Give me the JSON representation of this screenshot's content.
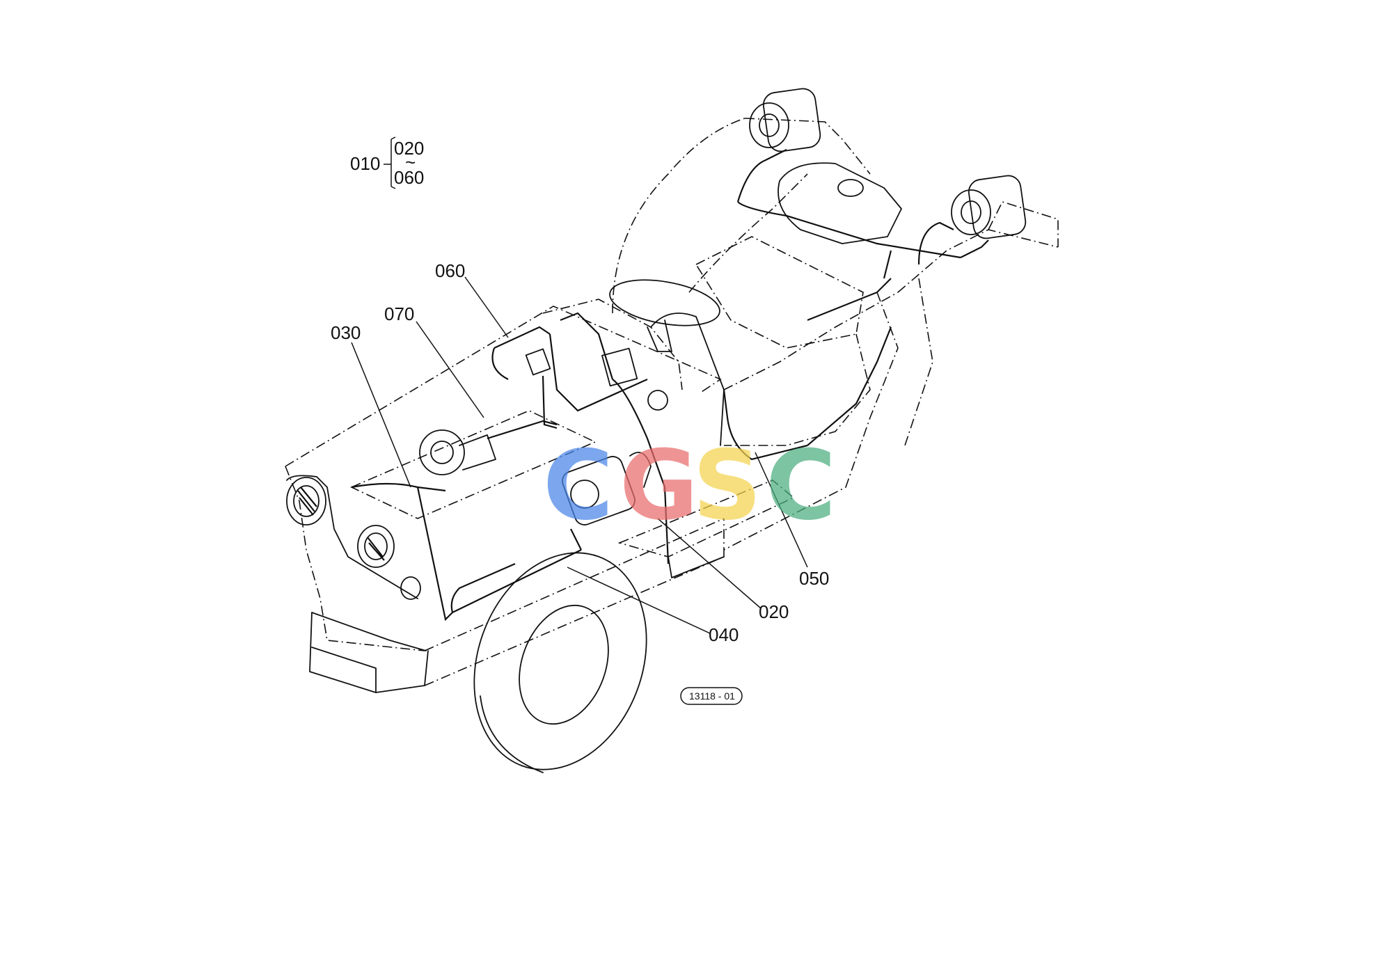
{
  "header_group": {
    "main": "010",
    "from": "020",
    "to": "060"
  },
  "callouts": [
    {
      "id": "060",
      "target": "wiring-harness-dash"
    },
    {
      "id": "070",
      "target": "harness-connector"
    },
    {
      "id": "030",
      "target": "headlight-harness"
    },
    {
      "id": "050",
      "target": "rear-harness"
    },
    {
      "id": "020",
      "target": "main-harness"
    },
    {
      "id": "040",
      "target": "ground-cable"
    }
  ],
  "figure_ref": "13118 - 01",
  "watermark": {
    "letters": [
      "C",
      "G",
      "S",
      "C"
    ],
    "colors": [
      "#4a86e8",
      "#ea6b6b",
      "#f4d44e",
      "#4cae7f"
    ]
  }
}
